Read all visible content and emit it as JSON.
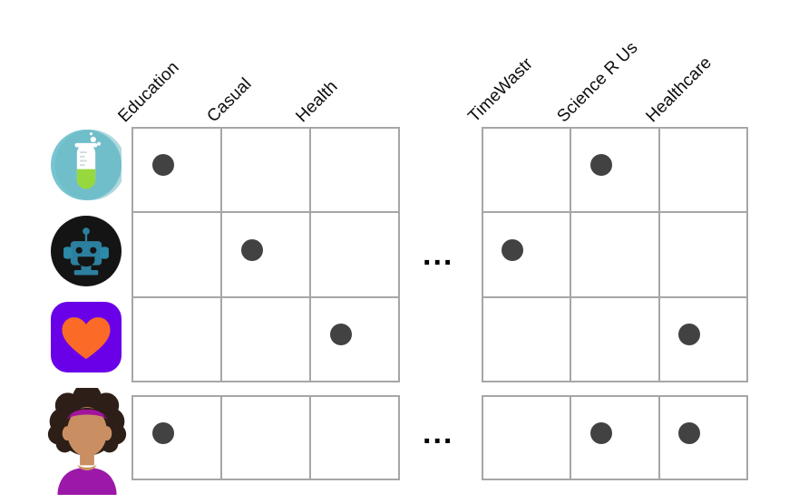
{
  "figure": {
    "type": "matrix",
    "description": "App-category assignment matrix with rotated column headers, app/user row icons and filled dots marking selected cells.",
    "ellipsis_label": "...",
    "dot_color": "#424242",
    "grid_line_color": "#a6a6a6",
    "background": "#ffffff"
  },
  "columns": {
    "left_group": [
      {
        "label": "Education",
        "name": "column-education"
      },
      {
        "label": "Casual",
        "name": "column-casual"
      },
      {
        "label": "Health",
        "name": "column-health"
      }
    ],
    "right_group": [
      {
        "label": "TimeWastr",
        "name": "column-timewastr"
      },
      {
        "label": "Science R Us",
        "name": "column-science-r-us"
      },
      {
        "label": "Healthcare",
        "name": "column-healthcare"
      }
    ]
  },
  "rows": [
    {
      "icon": "test-tube-icon",
      "icon_description": "Teal circle with a green-filled laboratory test tube",
      "colors": {
        "circle": "#77c5d0",
        "circle_shade": "#6cb8c3",
        "tube": "#ffffff",
        "liquid": "#97d83f",
        "marks": "#c9d4d6"
      }
    },
    {
      "icon": "robot-face-icon",
      "icon_description": "Black circle with a teal robot head",
      "colors": {
        "circle": "#1a1a1a",
        "robot": "#2c7f9e",
        "robot_dark": "#236b86",
        "features": "#1a1a1a"
      }
    },
    {
      "icon": "heart-app-icon",
      "icon_description": "Purple rounded square app tile with an orange heart",
      "colors": {
        "tile": "#6a00e8",
        "heart": "#fb6a26"
      }
    },
    {
      "icon": "user-avatar-icon",
      "icon_description": "Avatar of a person with dark curly hair, magenta headband and magenta top",
      "colors": {
        "hair": "#2d1e17",
        "headband": "#a3139c",
        "skin": "#c98f63",
        "shirt": "#9c18a8"
      }
    }
  ],
  "left_grid": {
    "name": "left-matrix",
    "rows": [
      {
        "cells": [
          true,
          false,
          false
        ]
      },
      {
        "cells": [
          false,
          true,
          false
        ]
      },
      {
        "cells": [
          false,
          false,
          true
        ]
      }
    ],
    "footer_row": {
      "cells": [
        true,
        false,
        false
      ]
    }
  },
  "right_grid": {
    "name": "right-matrix",
    "rows": [
      {
        "cells": [
          false,
          true,
          false
        ]
      },
      {
        "cells": [
          true,
          false,
          false
        ]
      },
      {
        "cells": [
          false,
          false,
          true
        ]
      }
    ],
    "footer_row": {
      "cells": [
        false,
        true,
        true
      ]
    }
  }
}
